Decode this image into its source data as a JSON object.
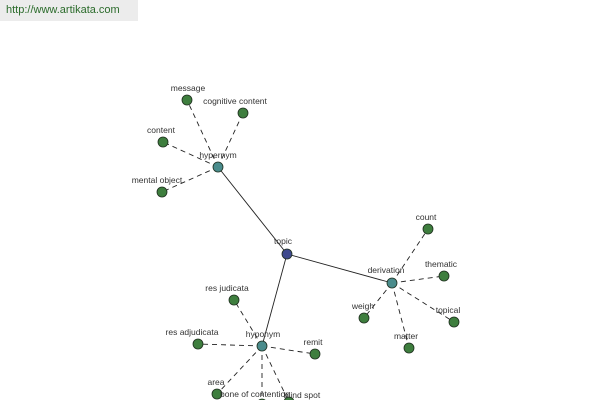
{
  "header": {
    "url": "http://www.artikata.com"
  },
  "colors": {
    "root": "#3f4a8e",
    "hub": "#4a8c8c",
    "leaf": "#3e7e3e",
    "stroke": "#1e2e1e",
    "edge": "#222222"
  },
  "graph": {
    "root": "topic",
    "hubs": [
      {
        "id": "hypernym",
        "leaves": [
          "message",
          "cognitive content",
          "content",
          "mental object"
        ]
      },
      {
        "id": "derivation",
        "leaves": [
          "count",
          "thematic",
          "topical",
          "matter",
          "weigh"
        ]
      },
      {
        "id": "hyponym",
        "leaves": [
          "res judicata",
          "res adjudicata",
          "remit",
          "area",
          "bone of contention",
          "blind spot"
        ]
      }
    ]
  }
}
